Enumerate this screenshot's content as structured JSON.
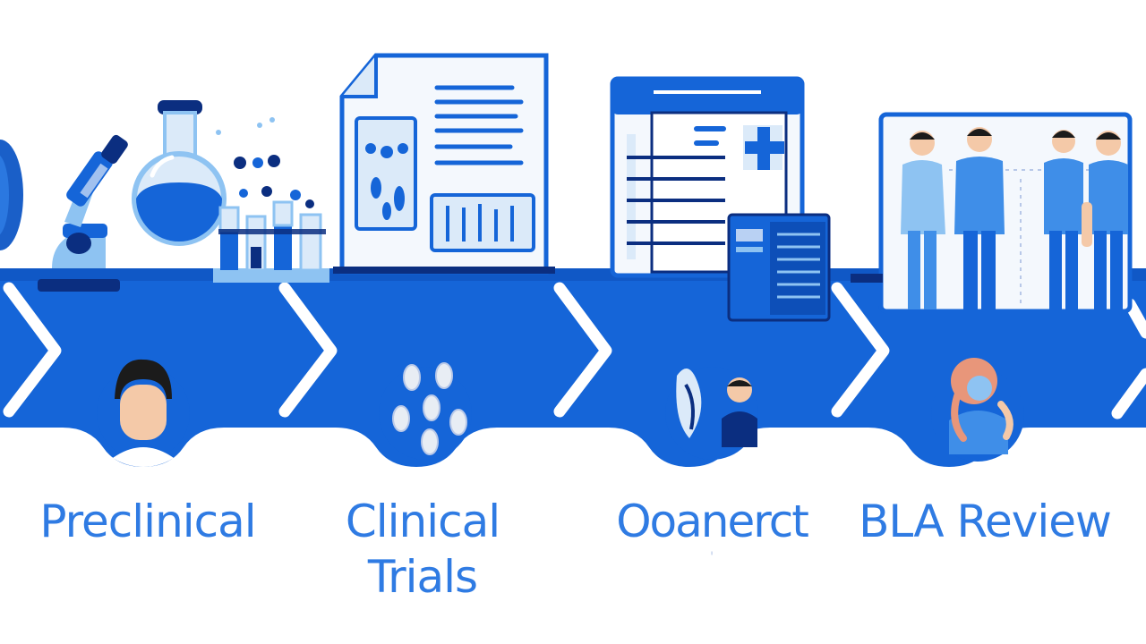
{
  "stages": [
    {
      "id": "preclinical",
      "label_line1": "Preclinical",
      "label_line2": ""
    },
    {
      "id": "clinical",
      "label_line1": "Clinical",
      "label_line2": "Trials"
    },
    {
      "id": "submission",
      "label_line1": "Ooanerct",
      "label_line2": "'"
    },
    {
      "id": "bla-review",
      "label_line1": "BLA Review",
      "label_line2": ""
    }
  ],
  "colors": {
    "band": "#1565d8",
    "band_dark": "#0d4fb8",
    "light_blue": "#8ec3f2",
    "mid_blue": "#3f8ee8",
    "navy": "#0b2e80",
    "label": "#2f7be3",
    "skin": "#f4c9a8",
    "hair": "#1b1b1b"
  },
  "icons": [
    "microscope-icon",
    "flask-icon",
    "test-tubes-icon",
    "document-icon",
    "medical-chart-icon",
    "server-icon",
    "doctors-team-icon",
    "patient-avatar-icon",
    "pills-icon",
    "reviewer-icon"
  ]
}
